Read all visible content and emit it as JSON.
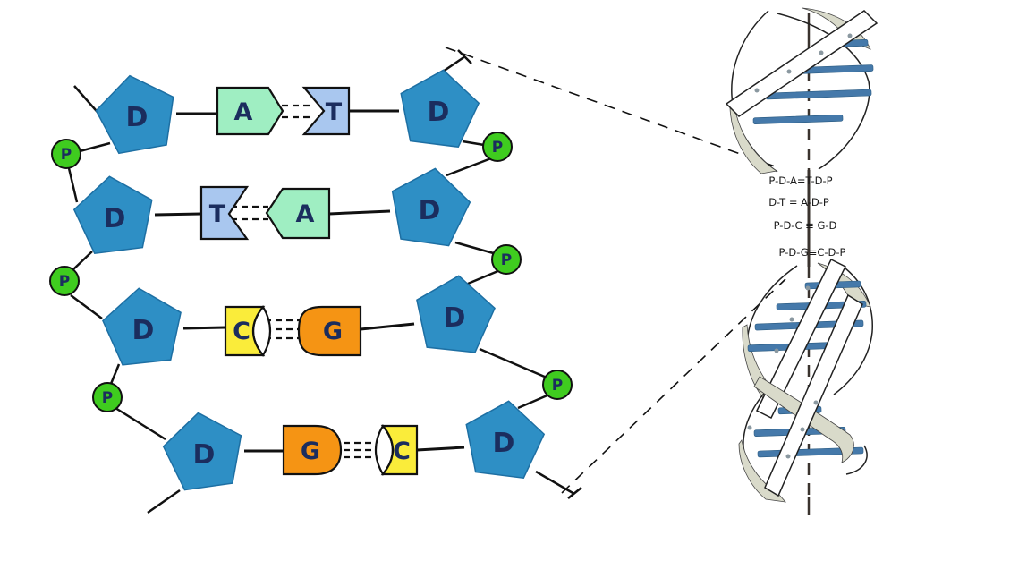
{
  "labels": {
    "sugar": "D",
    "phosphate": "P"
  },
  "base_pairs": [
    {
      "left": "A",
      "right": "T",
      "hydrogen_bonds": 2
    },
    {
      "left": "T",
      "right": "A",
      "hydrogen_bonds": 2
    },
    {
      "left": "C",
      "right": "G",
      "hydrogen_bonds": 3
    },
    {
      "left": "G",
      "right": "C",
      "hydrogen_bonds": 3
    }
  ],
  "helix_inset": {
    "rows": [
      "P-D-A=T-D-P",
      "D-T = A-D-P",
      "P-D-C ≡ G-D",
      "P-D-G≡C-D-P"
    ]
  },
  "colors": {
    "sugar": "#2E8FC5",
    "phosphate": "#3FCC1F",
    "adenine": "#9FEEC2",
    "thymine": "#A9C7EF",
    "cytosine": "#FAEC3A",
    "guanine": "#F59414",
    "rung": "#4579AA",
    "ribbon_back": "#D9DACA",
    "letter": "#1B2D5E",
    "outline": "#111111"
  }
}
